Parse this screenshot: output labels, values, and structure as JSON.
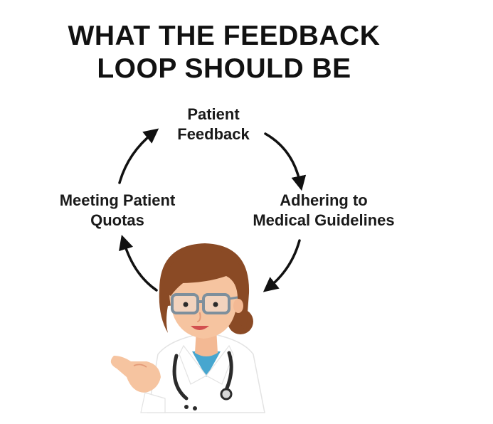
{
  "title": {
    "line1": "WHAT THE FEEDBACK",
    "line2": "LOOP SHOULD BE"
  },
  "cycle": {
    "nodes": [
      {
        "line1": "Patient",
        "line2": "Feedback"
      },
      {
        "line1": "Adhering to",
        "line2": "Medical Guidelines"
      },
      {
        "line1": "Meeting Patient",
        "line2": "Quotas"
      }
    ],
    "arrow_color": "#111111"
  },
  "illustration": {
    "subject": "female-doctor",
    "colors": {
      "hair": "#8a4a25",
      "skin": "#f6c4a0",
      "glasses": "#7e8f9c",
      "coat": "#ffffff",
      "scrubs": "#47a6cf",
      "stethoscope": "#2b2b2b"
    }
  }
}
